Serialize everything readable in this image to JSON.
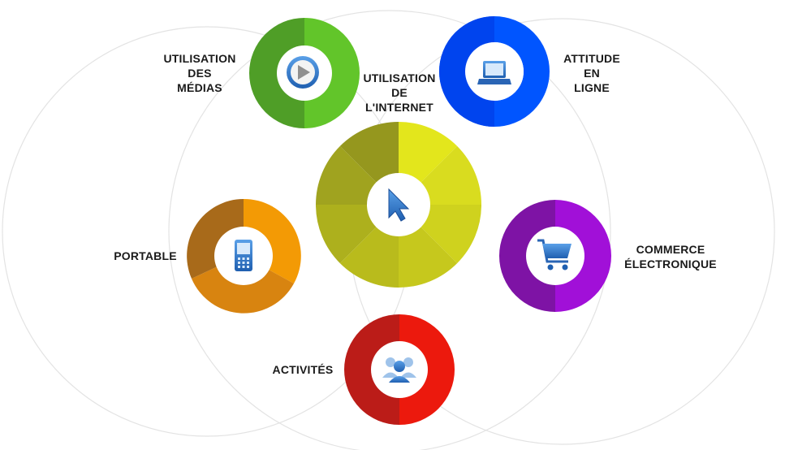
{
  "center": {
    "label_lines": [
      "UTILISATION",
      "DE",
      "L'INTERNET"
    ],
    "icon": "cursor-arrow-icon",
    "colors": [
      "#e3e61c",
      "#d9dc1f",
      "#cfd21e",
      "#c6c81d",
      "#b9bb1c",
      "#adb01d",
      "#a0a31f",
      "#95971e"
    ]
  },
  "nodes": {
    "media": {
      "label_lines": [
        "UTILISATION",
        "DES",
        "MÉDIAS"
      ],
      "icon": "play-icon",
      "colors": [
        "#62c52a",
        "#4f9e27"
      ]
    },
    "attitude": {
      "label_lines": [
        "ATTITUDE",
        "EN",
        "LIGNE"
      ],
      "icon": "laptop-icon",
      "colors": [
        "#0055ff",
        "#0044ee"
      ]
    },
    "portable": {
      "label_lines": [
        "PORTABLE"
      ],
      "icon": "mobile-phone-icon",
      "colors": [
        "#f39a05",
        "#d88410",
        "#a86a1a"
      ]
    },
    "commerce": {
      "label_lines": [
        "COMMERCE",
        "ÉLECTRONIQUE"
      ],
      "icon": "shopping-cart-icon",
      "colors": [
        "#a110d8",
        "#7e13a5"
      ]
    },
    "activites": {
      "label_lines": [
        "ACTIVITÉS"
      ],
      "icon": "users-icon",
      "colors": [
        "#ec190d",
        "#bb1c18"
      ]
    }
  }
}
